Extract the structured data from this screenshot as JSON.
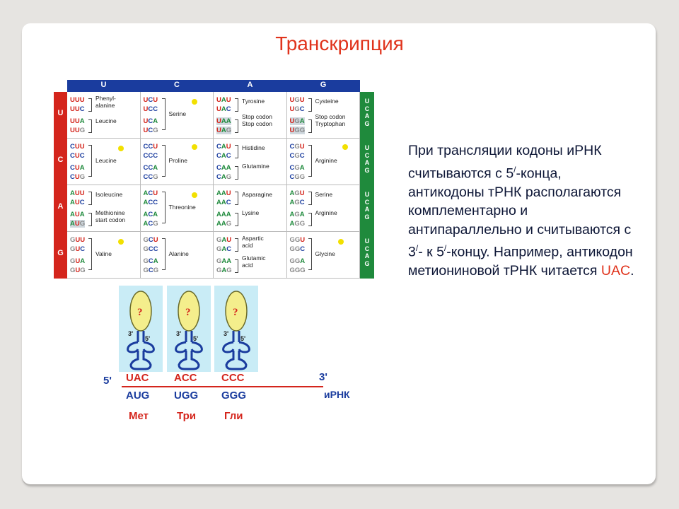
{
  "title": "Транскрипция",
  "table": {
    "header": [
      "U",
      "C",
      "A",
      "G"
    ],
    "left": [
      "U",
      "C",
      "A",
      "G"
    ],
    "right": [
      "U",
      "C",
      "A",
      "G"
    ],
    "rows": [
      {
        "cells": [
          {
            "codons": [
              "UUU",
              "UUC",
              "UUA",
              "UUG"
            ],
            "aa": [
              "Phenyl-",
              "alanine",
              "Leucine"
            ]
          },
          {
            "codons": [
              "UCU",
              "UCC",
              "UCA",
              "UCG"
            ],
            "aa": [
              "Serine"
            ]
          },
          {
            "codons": [
              "UAU",
              "UAC",
              "UAA",
              "UAG"
            ],
            "aa": [
              "Tyrosine",
              "Stop codon",
              "Stop codon"
            ]
          },
          {
            "codons": [
              "UGU",
              "UGC",
              "UGA",
              "UGG"
            ],
            "aa": [
              "Cysteine",
              "Stop codon",
              "Tryptophan"
            ]
          }
        ]
      },
      {
        "cells": [
          {
            "codons": [
              "CUU",
              "CUC",
              "CUA",
              "CUG"
            ],
            "aa": [
              "Leucine"
            ]
          },
          {
            "codons": [
              "CCU",
              "CCC",
              "CCA",
              "CCG"
            ],
            "aa": [
              "Proline"
            ]
          },
          {
            "codons": [
              "CAU",
              "CAC",
              "CAA",
              "CAG"
            ],
            "aa": [
              "Histidine",
              "Glutamine"
            ]
          },
          {
            "codons": [
              "CGU",
              "CGC",
              "CGA",
              "CGG"
            ],
            "aa": [
              "Arginine"
            ]
          }
        ]
      },
      {
        "cells": [
          {
            "codons": [
              "AUU",
              "AUC",
              "AUA",
              "AUG"
            ],
            "aa": [
              "Isoleucine",
              "Methionine",
              "start codon"
            ]
          },
          {
            "codons": [
              "ACU",
              "ACC",
              "ACA",
              "ACG"
            ],
            "aa": [
              "Threonine"
            ]
          },
          {
            "codons": [
              "AAU",
              "AAC",
              "AAA",
              "AAG"
            ],
            "aa": [
              "Asparagine",
              "Lysine"
            ]
          },
          {
            "codons": [
              "AGU",
              "AGC",
              "AGA",
              "AGG"
            ],
            "aa": [
              "Serine",
              "Arginine"
            ]
          }
        ]
      },
      {
        "cells": [
          {
            "codons": [
              "GUU",
              "GUC",
              "GUA",
              "GUG"
            ],
            "aa": [
              "Valine"
            ]
          },
          {
            "codons": [
              "GCU",
              "GCC",
              "GCA",
              "GCG"
            ],
            "aa": [
              "Alanine"
            ]
          },
          {
            "codons": [
              "GAU",
              "GAC",
              "GAA",
              "GAG"
            ],
            "aa": [
              "Aspartic",
              "acid",
              "Glutamic",
              "acid"
            ]
          },
          {
            "codons": [
              "GGU",
              "GGC",
              "GGA",
              "GGG"
            ],
            "aa": [
              "Glycine"
            ]
          }
        ]
      }
    ]
  },
  "diagram": {
    "loop_mark": "?",
    "end3": "3'",
    "end5": "5'",
    "anticodons": [
      "UAC",
      "ACC",
      "CCC"
    ],
    "codons": [
      "AUG",
      "UGG",
      "GGG"
    ],
    "amino": [
      "Мет",
      "Три",
      "Гли"
    ],
    "strand5": "5'",
    "strand3": "3'",
    "mrna_label": "иРНК"
  },
  "text": {
    "p1": "При трансляции кодоны иРНК считываются с 5",
    "sup1": "/",
    "p2": "-конца, антикодоны тРНК располагаются комплементарно и антипараллельно  и считываются с 3",
    "sup2": "/",
    "p3": "- к 5",
    "sup3": "/",
    "p4": "-концу. Например, антикодон метиониновой тРНК читается ",
    "highlight": "UAC",
    "end": "."
  }
}
